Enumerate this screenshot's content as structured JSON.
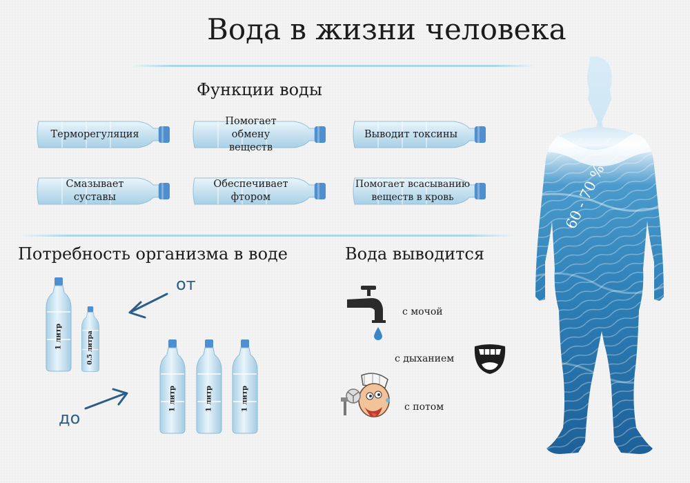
{
  "title": "Вода в жизни человека",
  "functions": {
    "heading": "Функции воды",
    "items": [
      {
        "label": "Терморегуляция"
      },
      {
        "label": "Помогает обмену веществ"
      },
      {
        "label": "Выводит токсины"
      },
      {
        "label": "Смазывает суставы"
      },
      {
        "label": "Обеспечивает фтором"
      },
      {
        "label": "Помогает всасыванию веществ в кровь"
      }
    ]
  },
  "need": {
    "heading": "Потребность организма в воде",
    "from_label": "от",
    "to_label": "до",
    "from_bottles": [
      "1 литр",
      "0.5 литра"
    ],
    "to_bottles": [
      "1 литр",
      "1 литр",
      "1 литр"
    ]
  },
  "excretion": {
    "heading": "Вода выводится",
    "items": [
      {
        "label": "с мочой",
        "icon": "faucet-icon"
      },
      {
        "label": "с дыханием",
        "icon": "open-mouth-icon"
      },
      {
        "label": "с потом",
        "icon": "sweating-man-icon"
      }
    ]
  },
  "body": {
    "percent": "60 - 70 %",
    "icon": "human-silhouette-icon"
  },
  "colors": {
    "bottle_body": "#cfe6f2",
    "bottle_cap": "#4f8fcf",
    "water": "#2f7fb5",
    "arrow": "#2c5d8a"
  }
}
